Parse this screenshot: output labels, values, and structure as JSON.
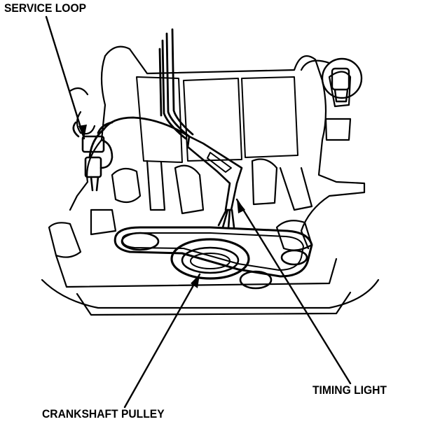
{
  "labels": {
    "service_loop": "SERVICE LOOP",
    "timing_light": "TIMING LIGHT",
    "crankshaft_pulley": "CRANKSHAFT PULLEY"
  },
  "colors": {
    "ink": "#000000",
    "paper": "#ffffff"
  }
}
